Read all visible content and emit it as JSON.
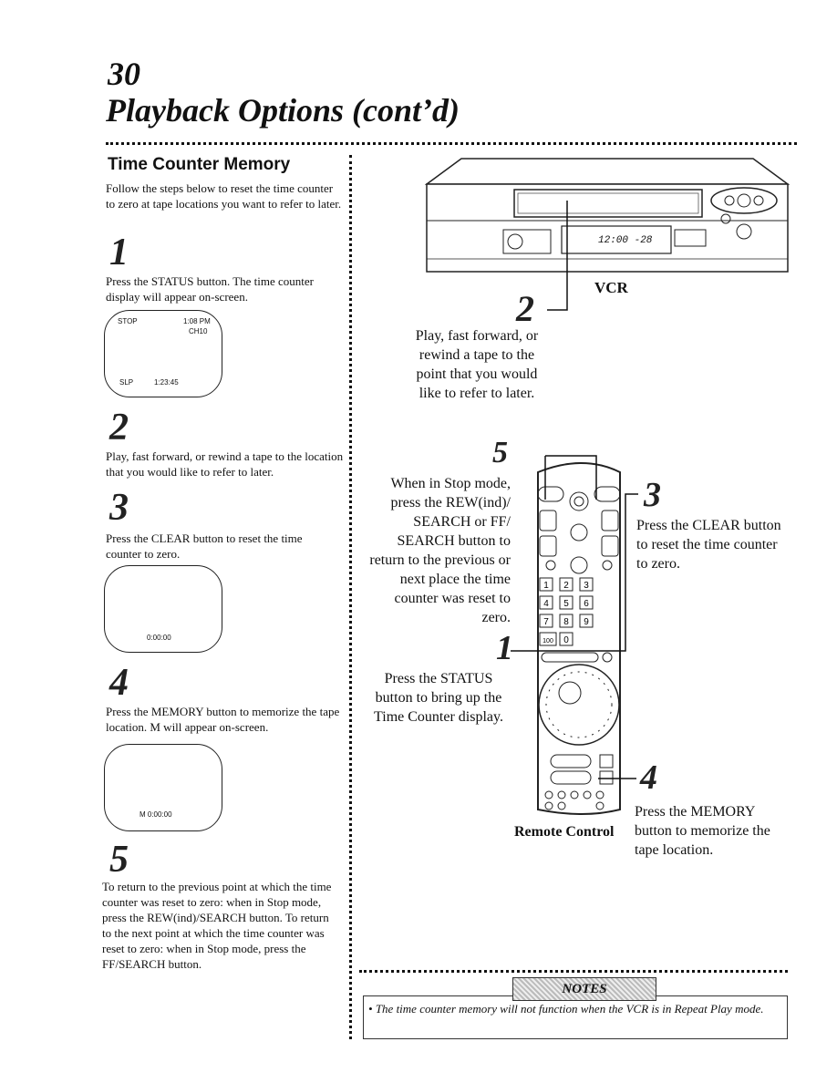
{
  "page_number": "30",
  "page_title": "Playback Options (cont’d)",
  "section_title": "Time Counter Memory",
  "intro": "Follow the steps below to reset the time counter to zero at tape locations you want to refer to later.",
  "steps": [
    {
      "num": "1",
      "text": "Press the STATUS button. The time counter display will appear on-screen."
    },
    {
      "num": "2",
      "text": "Play, fast forward, or rewind a tape to the location that you would like to refer to later."
    },
    {
      "num": "3",
      "text": "Press the CLEAR button to reset the time counter to zero."
    },
    {
      "num": "4",
      "text": "Press the MEMORY button to memorize the tape location. M will appear on-screen."
    },
    {
      "num": "5",
      "text": "To return to the previous point at which the time counter was reset to zero: when in Stop mode, press the REW(ind)/SEARCH button. To return to the next point at which the time counter was reset to zero: when in Stop mode, press the FF/SEARCH button."
    }
  ],
  "screens": {
    "screen1": {
      "stop": "STOP",
      "time": "1:08 PM",
      "channel": "CH10",
      "speed": "SLP",
      "counter": "1:23:45"
    },
    "screen2": {
      "counter": "0:00:00"
    },
    "screen3": {
      "counter": "M 0:00:00"
    }
  },
  "vcr": {
    "label": "VCR",
    "display": "12:00 -28"
  },
  "diagram": {
    "step2_callout": "Play, fast forward, or rewind a tape to the point that you would like to refer to later.",
    "step5_callout": "When in Stop mode, press the REW(ind)/ SEARCH or FF/ SEARCH button to return to the previous or next place the time counter was reset to zero.",
    "step1_callout": "Press the STATUS button to bring up the Time Counter display.",
    "step3_callout": "Press the CLEAR button to reset the time counter to zero.",
    "step4_callout": "Press the MEMORY button to memorize the tape location.",
    "remote_label": "Remote Control",
    "remote_keys": [
      "1",
      "2",
      "3",
      "4",
      "5",
      "6",
      "7",
      "8",
      "9",
      "100",
      "0"
    ]
  },
  "notes": {
    "header": "NOTES",
    "items": [
      "The time counter memory will not function when the VCR is in Repeat Play mode."
    ]
  }
}
